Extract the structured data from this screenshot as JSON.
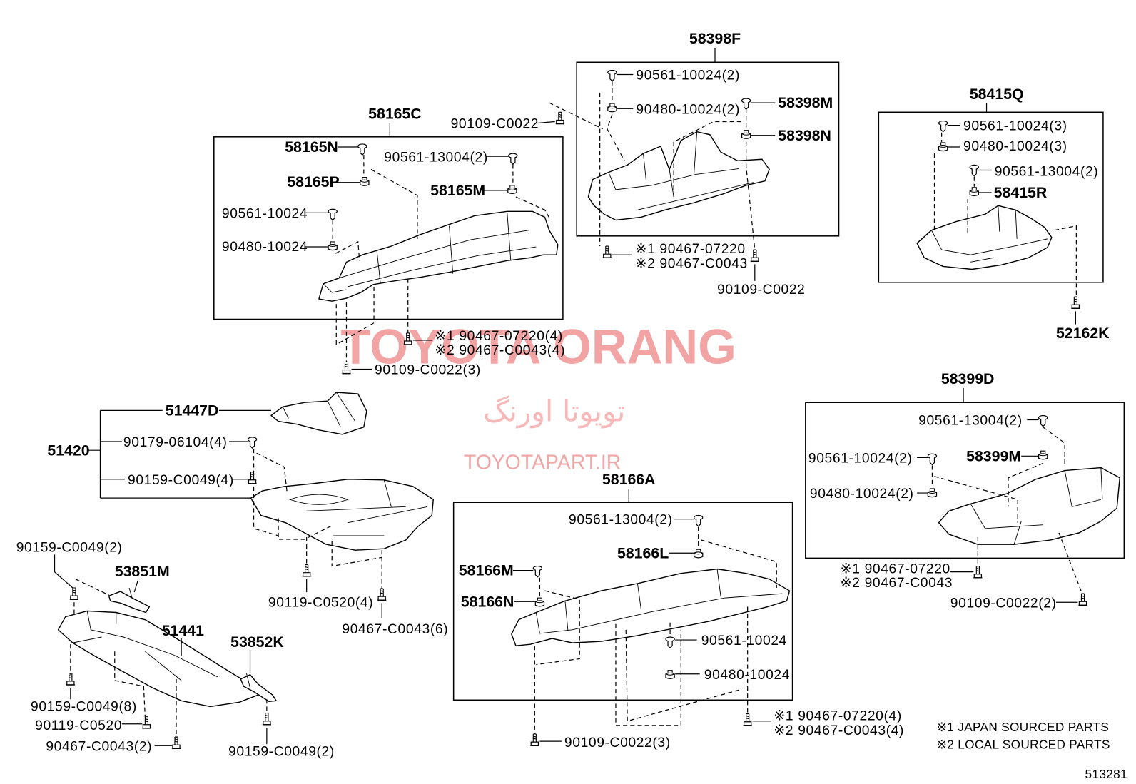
{
  "watermark": {
    "brand": "TOYOTA ORANG",
    "brand_persian": "تویوتا اورنگ",
    "site": "TOYOTAPART.IR"
  },
  "upper_left": {
    "assembly": "58165C",
    "labels": [
      "58165N",
      "90561-13004(2)",
      "58165P",
      "58165M",
      "90561-10024",
      "90480-10024",
      "※1 90467-07220(4)",
      "※2 90467-C0043(4)",
      "90109-C0022(3)"
    ]
  },
  "upper_center": {
    "assembly": "58398F",
    "labels": [
      "90561-10024(2)",
      "90480-10024(2)",
      "58398M",
      "58398N",
      "90109-C0022",
      "※1 90467-07220",
      "※2 90467-C0043",
      "90109-C0022"
    ]
  },
  "upper_right": {
    "assembly": "58415Q",
    "labels": [
      "90561-10024(3)",
      "90480-10024(3)",
      "90561-13004(2)",
      "58415R",
      "52162K"
    ]
  },
  "middle_left": {
    "assembly": "51420",
    "labels": [
      "51447D",
      "90179-06104(4)",
      "90159-C0049(4)",
      "90119-C0520(4)",
      "90467-C0043(6)"
    ]
  },
  "middle_right": {
    "assembly": "58399D",
    "labels": [
      "90561-13004(2)",
      "58399M",
      "90561-10024(2)",
      "90480-10024(2)",
      "※1 90467-07220",
      "※2 90467-C0043",
      "90109-C0022(2)"
    ]
  },
  "lower_center": {
    "assembly": "58166A",
    "labels": [
      "90561-13004(2)",
      "58166L",
      "58166M",
      "58166N",
      "90561-10024",
      "90480-10024",
      "※1 90467-07220(4)",
      "※2 90467-C0043(4)",
      "90109-C0022(3)"
    ]
  },
  "lower_left": {
    "labels": [
      "90159-C0049(2)",
      "53851M",
      "51441",
      "53852K",
      "90159-C0049(8)",
      "90119-C0520",
      "90467-C0043(2)",
      "90159-C0049(2)"
    ]
  },
  "notes": [
    "※1 JAPAN SOURCED PARTS",
    "※2 LOCAL SOURCED PARTS"
  ],
  "illustration_number": "513281",
  "colors": {
    "ink": "#000000",
    "background": "#ffffff",
    "watermark": "#f2a3a3",
    "watermark_light": "#f6b8b8"
  },
  "icons": [
    "clip-icon",
    "nut-icon",
    "bolt-icon"
  ]
}
